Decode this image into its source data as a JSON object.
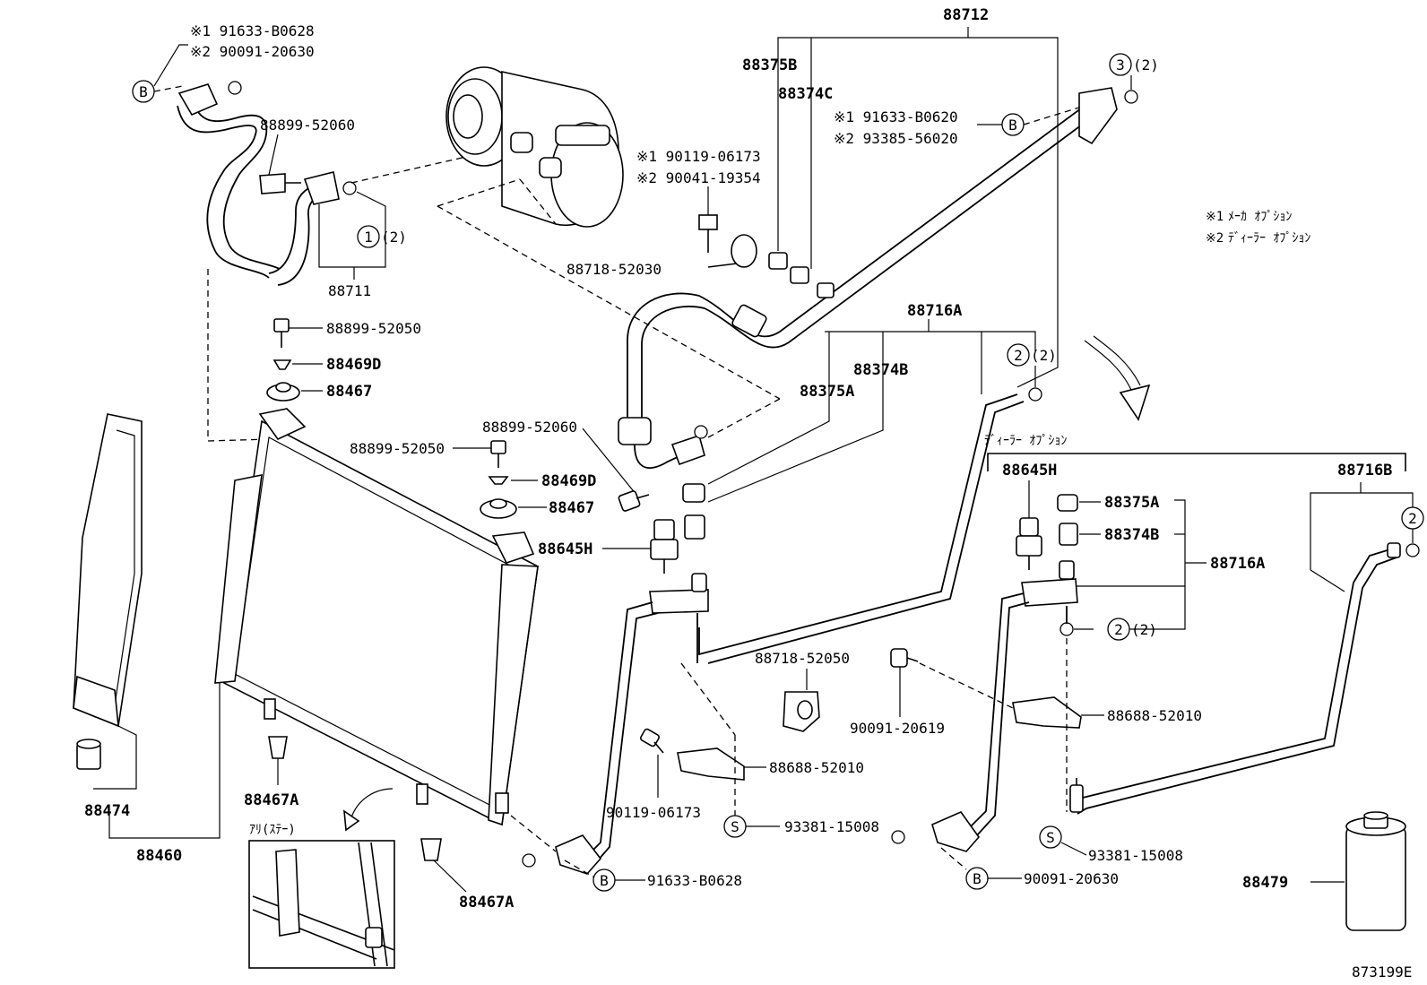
{
  "diagram_id": "873199E",
  "legend": {
    "note1_mark": "※1",
    "note1_text": "ﾒｰｶ ｵﾌﾟｼｮﾝ",
    "note2_mark": "※2",
    "note2_text": "ﾃﾞｨｰﾗｰ ｵﾌﾟｼｮﾝ"
  },
  "dealer_option_title": "ﾃﾞｨｰﾗｰ ｵﾌﾟｼｮﾝ",
  "inset_title": "ｱﾘ(ｽﾃｰ)",
  "circle_marks": {
    "b": "B",
    "s": "S",
    "one": "1",
    "two": "2",
    "three": "3",
    "paren2": "(2)"
  },
  "labels": {
    "l_91633_b0628_top": "※1 91633-B0628",
    "l_90091_20630_top": "※2 90091-20630",
    "l_88899_52060_a": "88899-52060",
    "l_88711": "88711",
    "l_88899_52050_a": "88899-52050",
    "l_88469d_a": "88469D",
    "l_88467_a": "88467",
    "l_90119_06173_top": "※1 90119-06173",
    "l_90041_19354": "※2 90041-19354",
    "l_88718_52030": "88718-52030",
    "l_88712": "88712",
    "l_88375b": "88375B",
    "l_88374c": "88374C",
    "l_91633_b0620": "※1 91633-B0620",
    "l_93385_56020": "※2 93385-56020",
    "l_88716a_main": "88716A",
    "l_88374b_main": "88374B",
    "l_88375a_main": "88375A",
    "l_88899_52060_b": "88899-52060",
    "l_88899_52050_b": "88899-52050",
    "l_88469d_b": "88469D",
    "l_88467_b": "88467",
    "l_88645h_main": "88645H",
    "l_88718_52050": "88718-52050",
    "l_90091_20619": "90091-20619",
    "l_88688_52010_a": "88688-52010",
    "l_90119_06173_b": "90119-06173",
    "l_93381_15008_a": "93381-15008",
    "l_91633_b0628_bottom": "91633-B0628",
    "l_88467a_a": "88467A",
    "l_88467a_b": "88467A",
    "l_88474": "88474",
    "l_88460": "88460",
    "l_88645h_opt": "88645H",
    "l_88375a_opt": "88375A",
    "l_88374b_opt": "88374B",
    "l_88716a_opt": "88716A",
    "l_88716b": "88716B",
    "l_88688_52010_b": "88688-52010",
    "l_93381_15008_b": "93381-15008",
    "l_90091_20630_bottom": "90091-20630",
    "l_88479": "88479"
  }
}
